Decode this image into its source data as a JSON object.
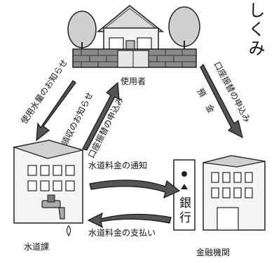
{
  "title": "しくみ",
  "nodes": {
    "user": "使用者",
    "water_dept": "水道課",
    "bank": "金融機関",
    "bank_sign": "銀行"
  },
  "flows": {
    "usage_notice": "使用水量のお知らせ",
    "receipt_notice": "領収のお知らせ",
    "transfer_application_left": "口座振替の申込み",
    "transfer_application_right": "口座振替の申込み",
    "deposit": "預金",
    "billing_notice": "水道料金の通知",
    "payment": "水道料金の支払い"
  }
}
